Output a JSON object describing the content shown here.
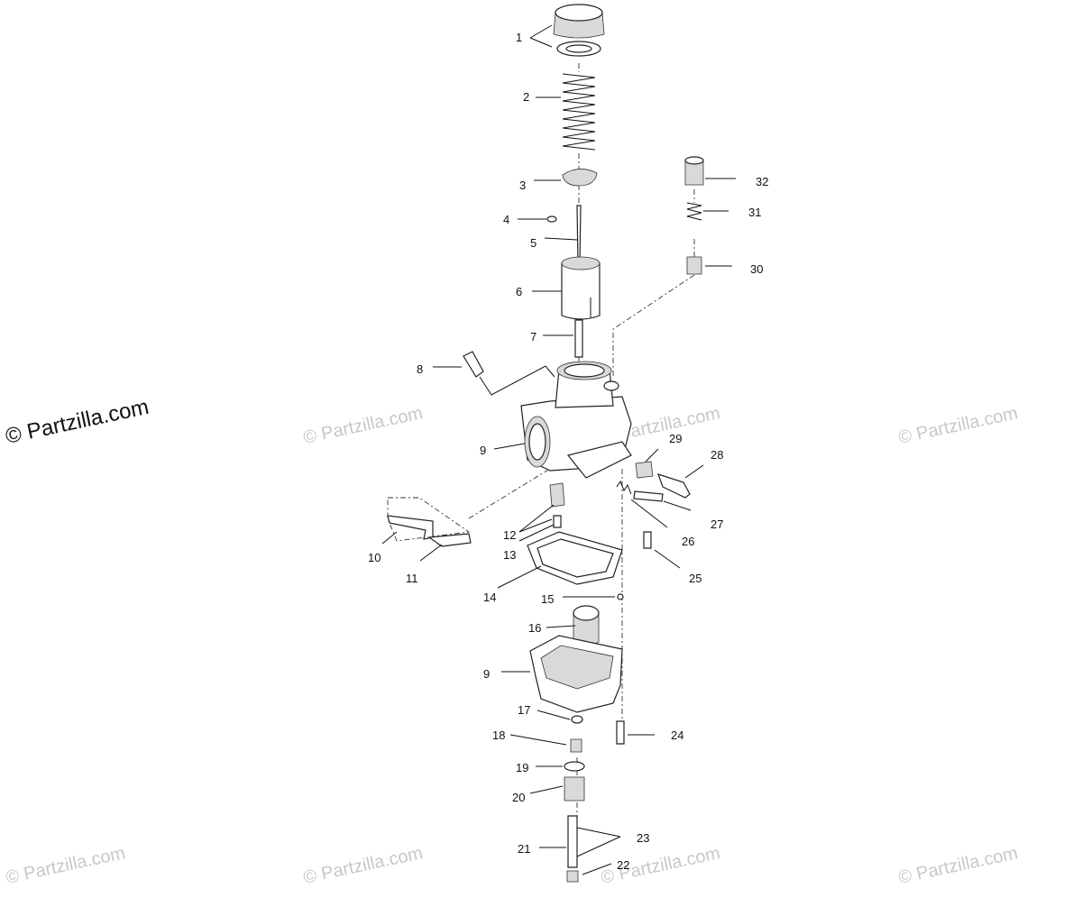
{
  "watermark": "© Partzilla.com",
  "callouts": [
    "1",
    "2",
    "3",
    "4",
    "5",
    "6",
    "7",
    "8",
    "9",
    "9",
    "10",
    "11",
    "12",
    "13",
    "14",
    "15",
    "16",
    "17",
    "18",
    "19",
    "20",
    "21",
    "22",
    "23",
    "24",
    "25",
    "26",
    "27",
    "28",
    "29",
    "30",
    "31",
    "32"
  ]
}
